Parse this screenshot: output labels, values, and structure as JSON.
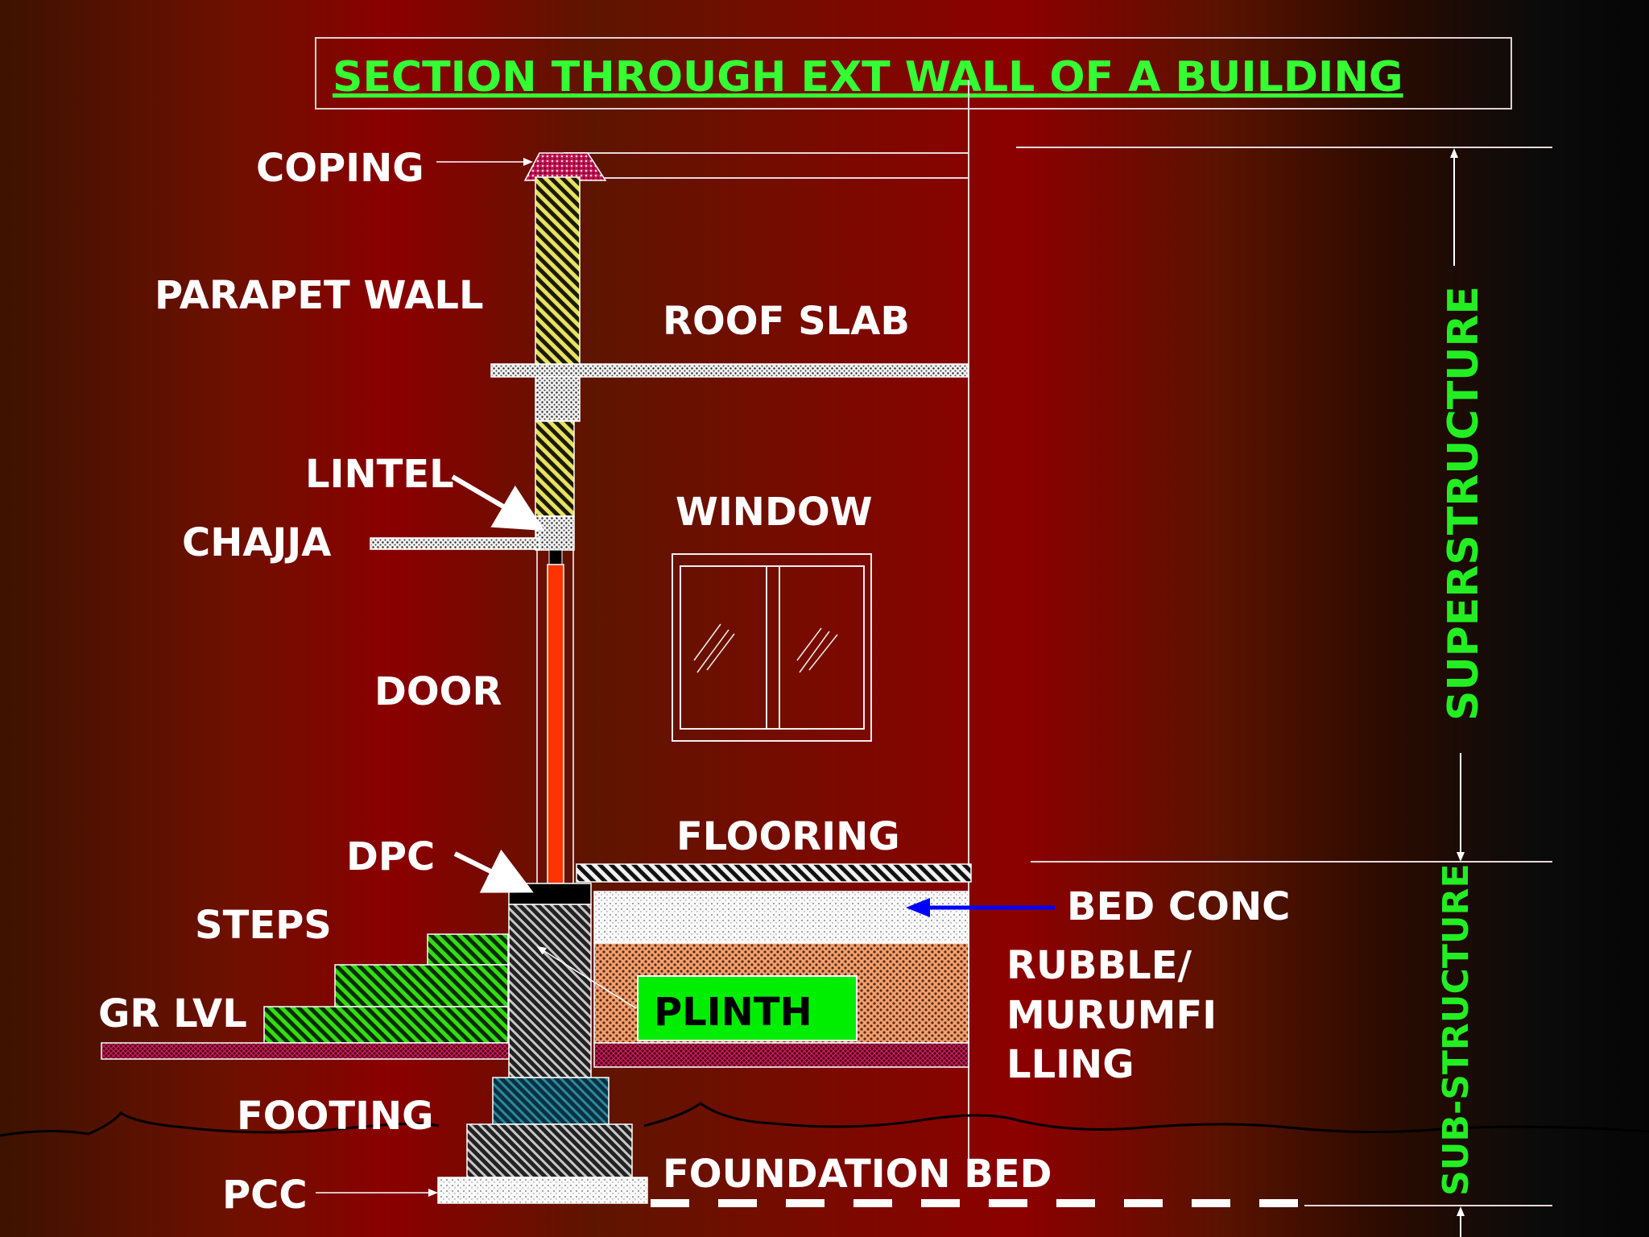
{
  "title": "SECTION THROUGH EXT WALL OF A BUILDING",
  "labels": {
    "coping": "COPING",
    "parapet_wall": "PARAPET WALL",
    "roof_slab": "ROOF SLAB",
    "lintel": "LINTEL",
    "chajja": "CHAJJA",
    "window": "WINDOW",
    "door": "DOOR",
    "flooring": "FLOORING",
    "dpc": "DPC",
    "bed_conc": "BED CONC",
    "steps": "STEPS",
    "rubble_1": "RUBBLE/",
    "rubble_2": "MURUMFI",
    "rubble_3": "LLING",
    "gr_lvl": "GR LVL",
    "plinth": "PLINTH",
    "footing": "FOOTING",
    "pcc": "PCC",
    "foundation_bed": "FOUNDATION  BED",
    "superstructure": "SUPERSTRUCTURE",
    "sub_structure": "SUB-STRUCTURE"
  },
  "colors": {
    "label_text": "#ffffff",
    "title_text": "#33ff33",
    "plinth_fill": "#00ee00",
    "door": "#ff3300",
    "bed_conc_arrow": "#0000ff"
  }
}
